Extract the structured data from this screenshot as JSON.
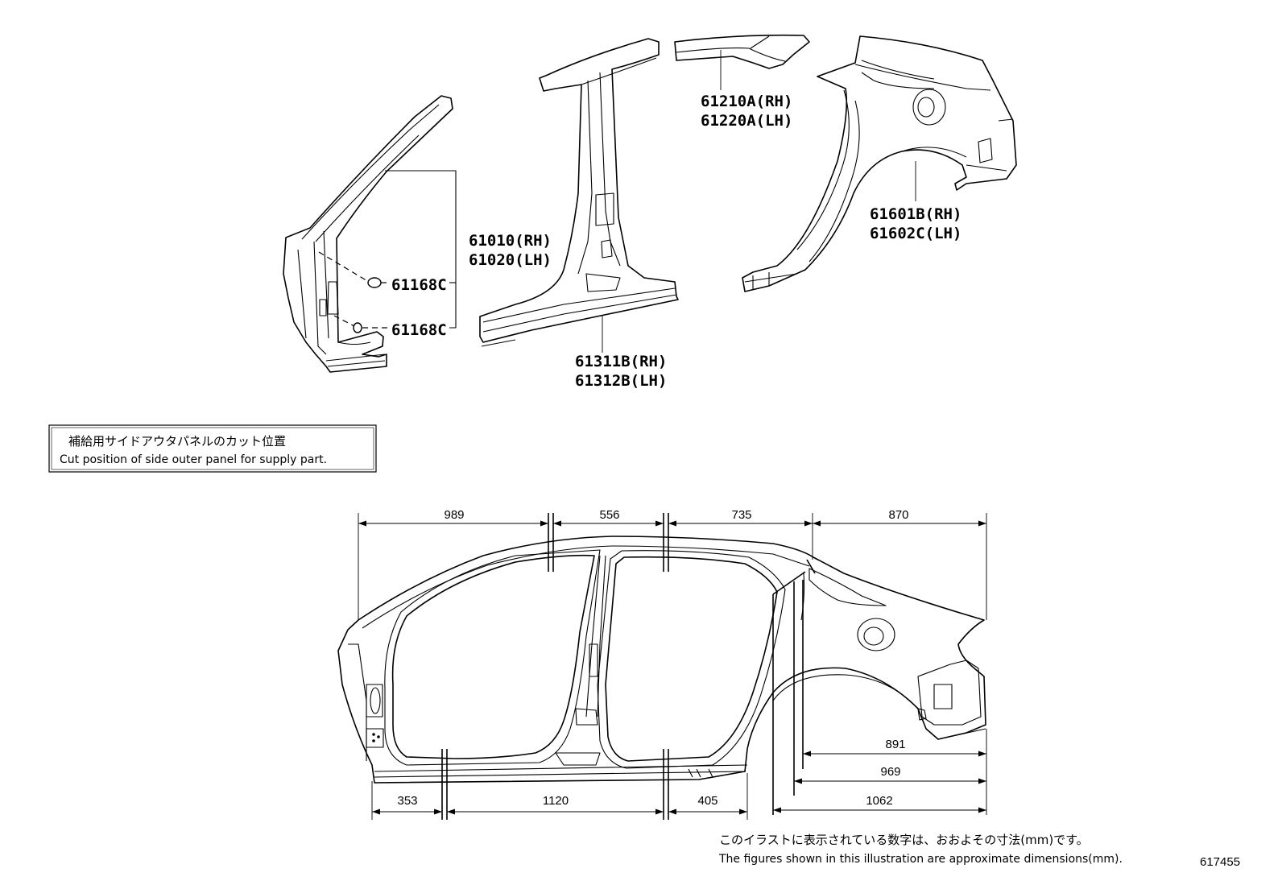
{
  "parts": {
    "p61010": "61010(RH)",
    "p61020": "61020(LH)",
    "p61168a": "61168C",
    "p61168b": "61168C",
    "p61311": "61311B(RH)",
    "p61312": "61312B(LH)",
    "p61210": "61210A(RH)",
    "p61220": "61220A(LH)",
    "p61601": "61601B(RH)",
    "p61602": "61602C(LH)"
  },
  "cut_box": {
    "jp": "補給用サイドアウタパネルのカット位置",
    "en": "Cut position of side outer panel for supply part."
  },
  "dimensions": {
    "top_989": "989",
    "top_556": "556",
    "top_735": "735",
    "top_870": "870",
    "bot_353": "353",
    "bot_1120": "1120",
    "bot_405": "405",
    "r_891": "891",
    "r_969": "969",
    "r_1062": "1062"
  },
  "footnote": {
    "jp": "このイラストに表示されている数字は、おおよその寸法(mm)です。",
    "en": "The figures shown in this illustration are approximate dimensions(mm)."
  },
  "illustration_id": "617455"
}
